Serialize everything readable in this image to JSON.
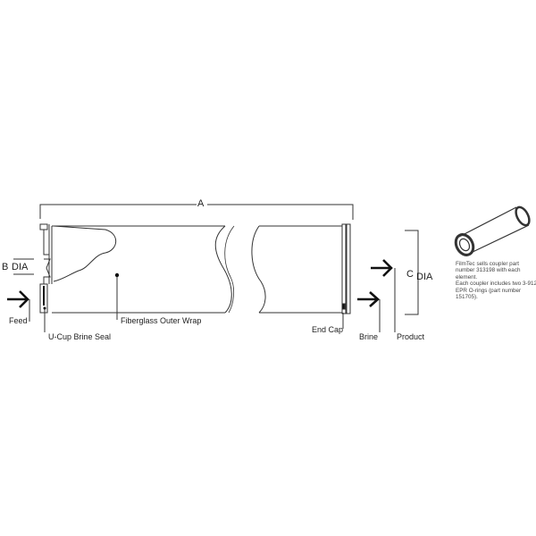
{
  "dimensions": {
    "a": "A",
    "b": "B",
    "b_dia": "DIA",
    "c": "C",
    "c_dia": "DIA"
  },
  "labels": {
    "feed": "Feed",
    "u_cup": "U-Cup Brine Seal",
    "outer_wrap": "Fiberglass Outer Wrap",
    "end_cap": "End Cap",
    "brine": "Brine",
    "product": "Product"
  },
  "coupler_note": {
    "line1": "FilmTec sells coupler part number 313198 with each element.",
    "line2": "Each coupler includes two 3-912 EPR O-rings (part number 151705)."
  },
  "colors": {
    "stroke": "#222222",
    "background": "#ffffff"
  }
}
